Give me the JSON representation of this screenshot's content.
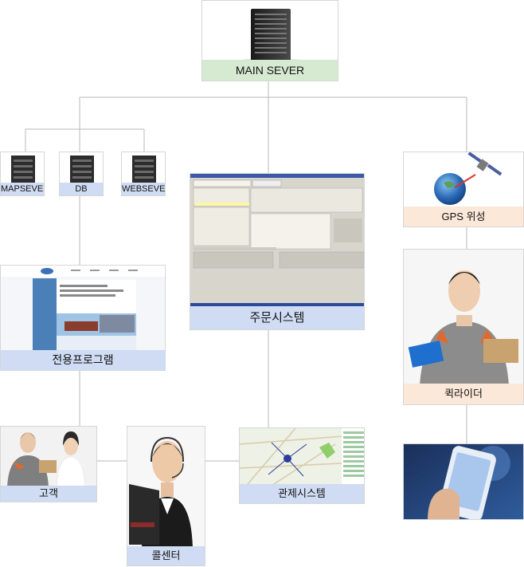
{
  "nodes": {
    "main_server": "MAIN SEVER",
    "map_server": "MAPSEVER",
    "db_server": "DB SEVER",
    "web_server": "WEBSEVER",
    "order_system": "주문시스템",
    "gps": "GPS 위성",
    "dedicated_program": "전용프로그램",
    "courier": "퀵라이더",
    "customer": "고객",
    "call_center": "콜센터",
    "control_system": "관제시스템"
  },
  "colors": {
    "label_green": "#d6ead2",
    "label_blue": "#cfdcf3",
    "label_peach": "#fbe8d9",
    "line": "#b9b9b9"
  }
}
